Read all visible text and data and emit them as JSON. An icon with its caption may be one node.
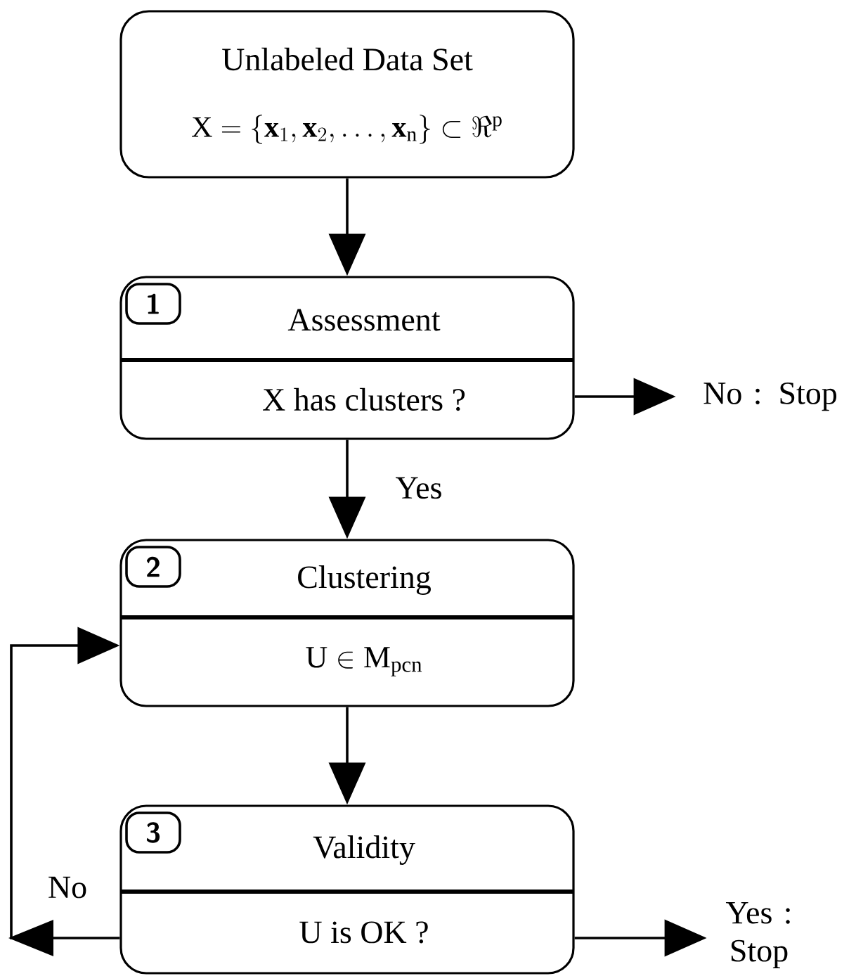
{
  "diagram": {
    "nodes": [
      {
        "text": [
          "Unlabeled Data Set",
          "\\mathrm{X}=\\{\\mathbf{x}_1,\\mathbf{x}_2,\\ldots,\\mathbf{x}_{\\mathrm{n}}\\}\\subset\\Re^{\\mathrm{p}}"
        ]
      },
      {
        "text": [
          "1",
          "Assessment",
          "X has clusters ?"
        ]
      },
      {
        "text": [
          "No : Stop"
        ]
      },
      {
        "text": [
          "2",
          "Clustering",
          "\\mathrm{U}\\in \\mathrm{M}_{\\mathrm{pcn}}"
        ]
      },
      {
        "text": [
          "3",
          "Validity",
          "U is OK ?"
        ]
      },
      {
        "text": [
          "Yes : Stop"
        ]
      }
    ],
    "edges": [
      {
        "from": 0,
        "to": 1,
        "arrow": "to"
      },
      {
        "from": 1,
        "to": 2,
        "arrow": "to"
      },
      {
        "from": 1,
        "to": 3,
        "arrow": "to",
        "label": "Yes"
      },
      {
        "from": 3,
        "to": 4,
        "arrow": "to"
      },
      {
        "from": 4,
        "to": 3,
        "arrow": "to",
        "label": "No"
      },
      {
        "from": 4,
        "to": 5,
        "arrow": "to"
      }
    ]
  }
}
